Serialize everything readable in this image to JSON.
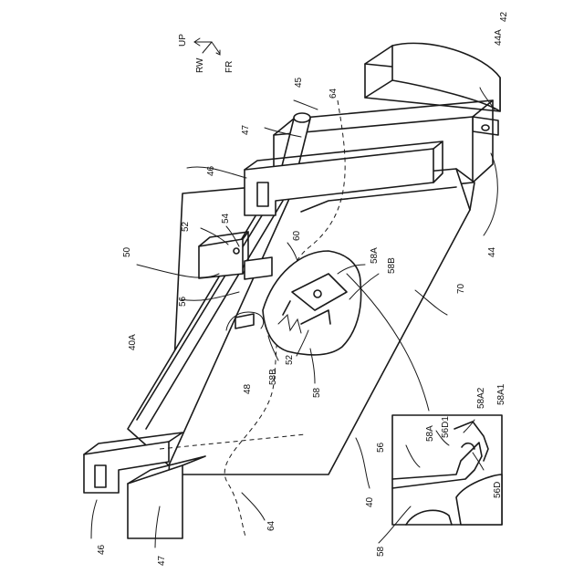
{
  "figure": {
    "labels": {
      "l42": "42",
      "l44A": "44A",
      "l45": "45",
      "l64_top": "64",
      "l47_top": "47",
      "l46_top": "46",
      "l52_top": "52",
      "l54": "54",
      "l60": "60",
      "l58A": "58A",
      "l58B_top": "58B",
      "l50": "50",
      "l56_left": "56",
      "l70": "70",
      "l44": "44",
      "l40A": "40A",
      "l48": "48",
      "l58B_bottom": "58B",
      "l52_bottom": "52",
      "l58_mid": "58",
      "l58A2": "58A2",
      "l58A1": "58A1",
      "l58A_inset": "58A",
      "l56D1": "56D1",
      "l56_inset": "56",
      "l56D": "56D",
      "l40": "40",
      "l58_bottom": "58",
      "l64_bottom": "64",
      "l46_bottom": "46",
      "l47_bottom": "47"
    },
    "axes": {
      "up": "UP",
      "rw": "RW",
      "fr": "FR"
    }
  }
}
